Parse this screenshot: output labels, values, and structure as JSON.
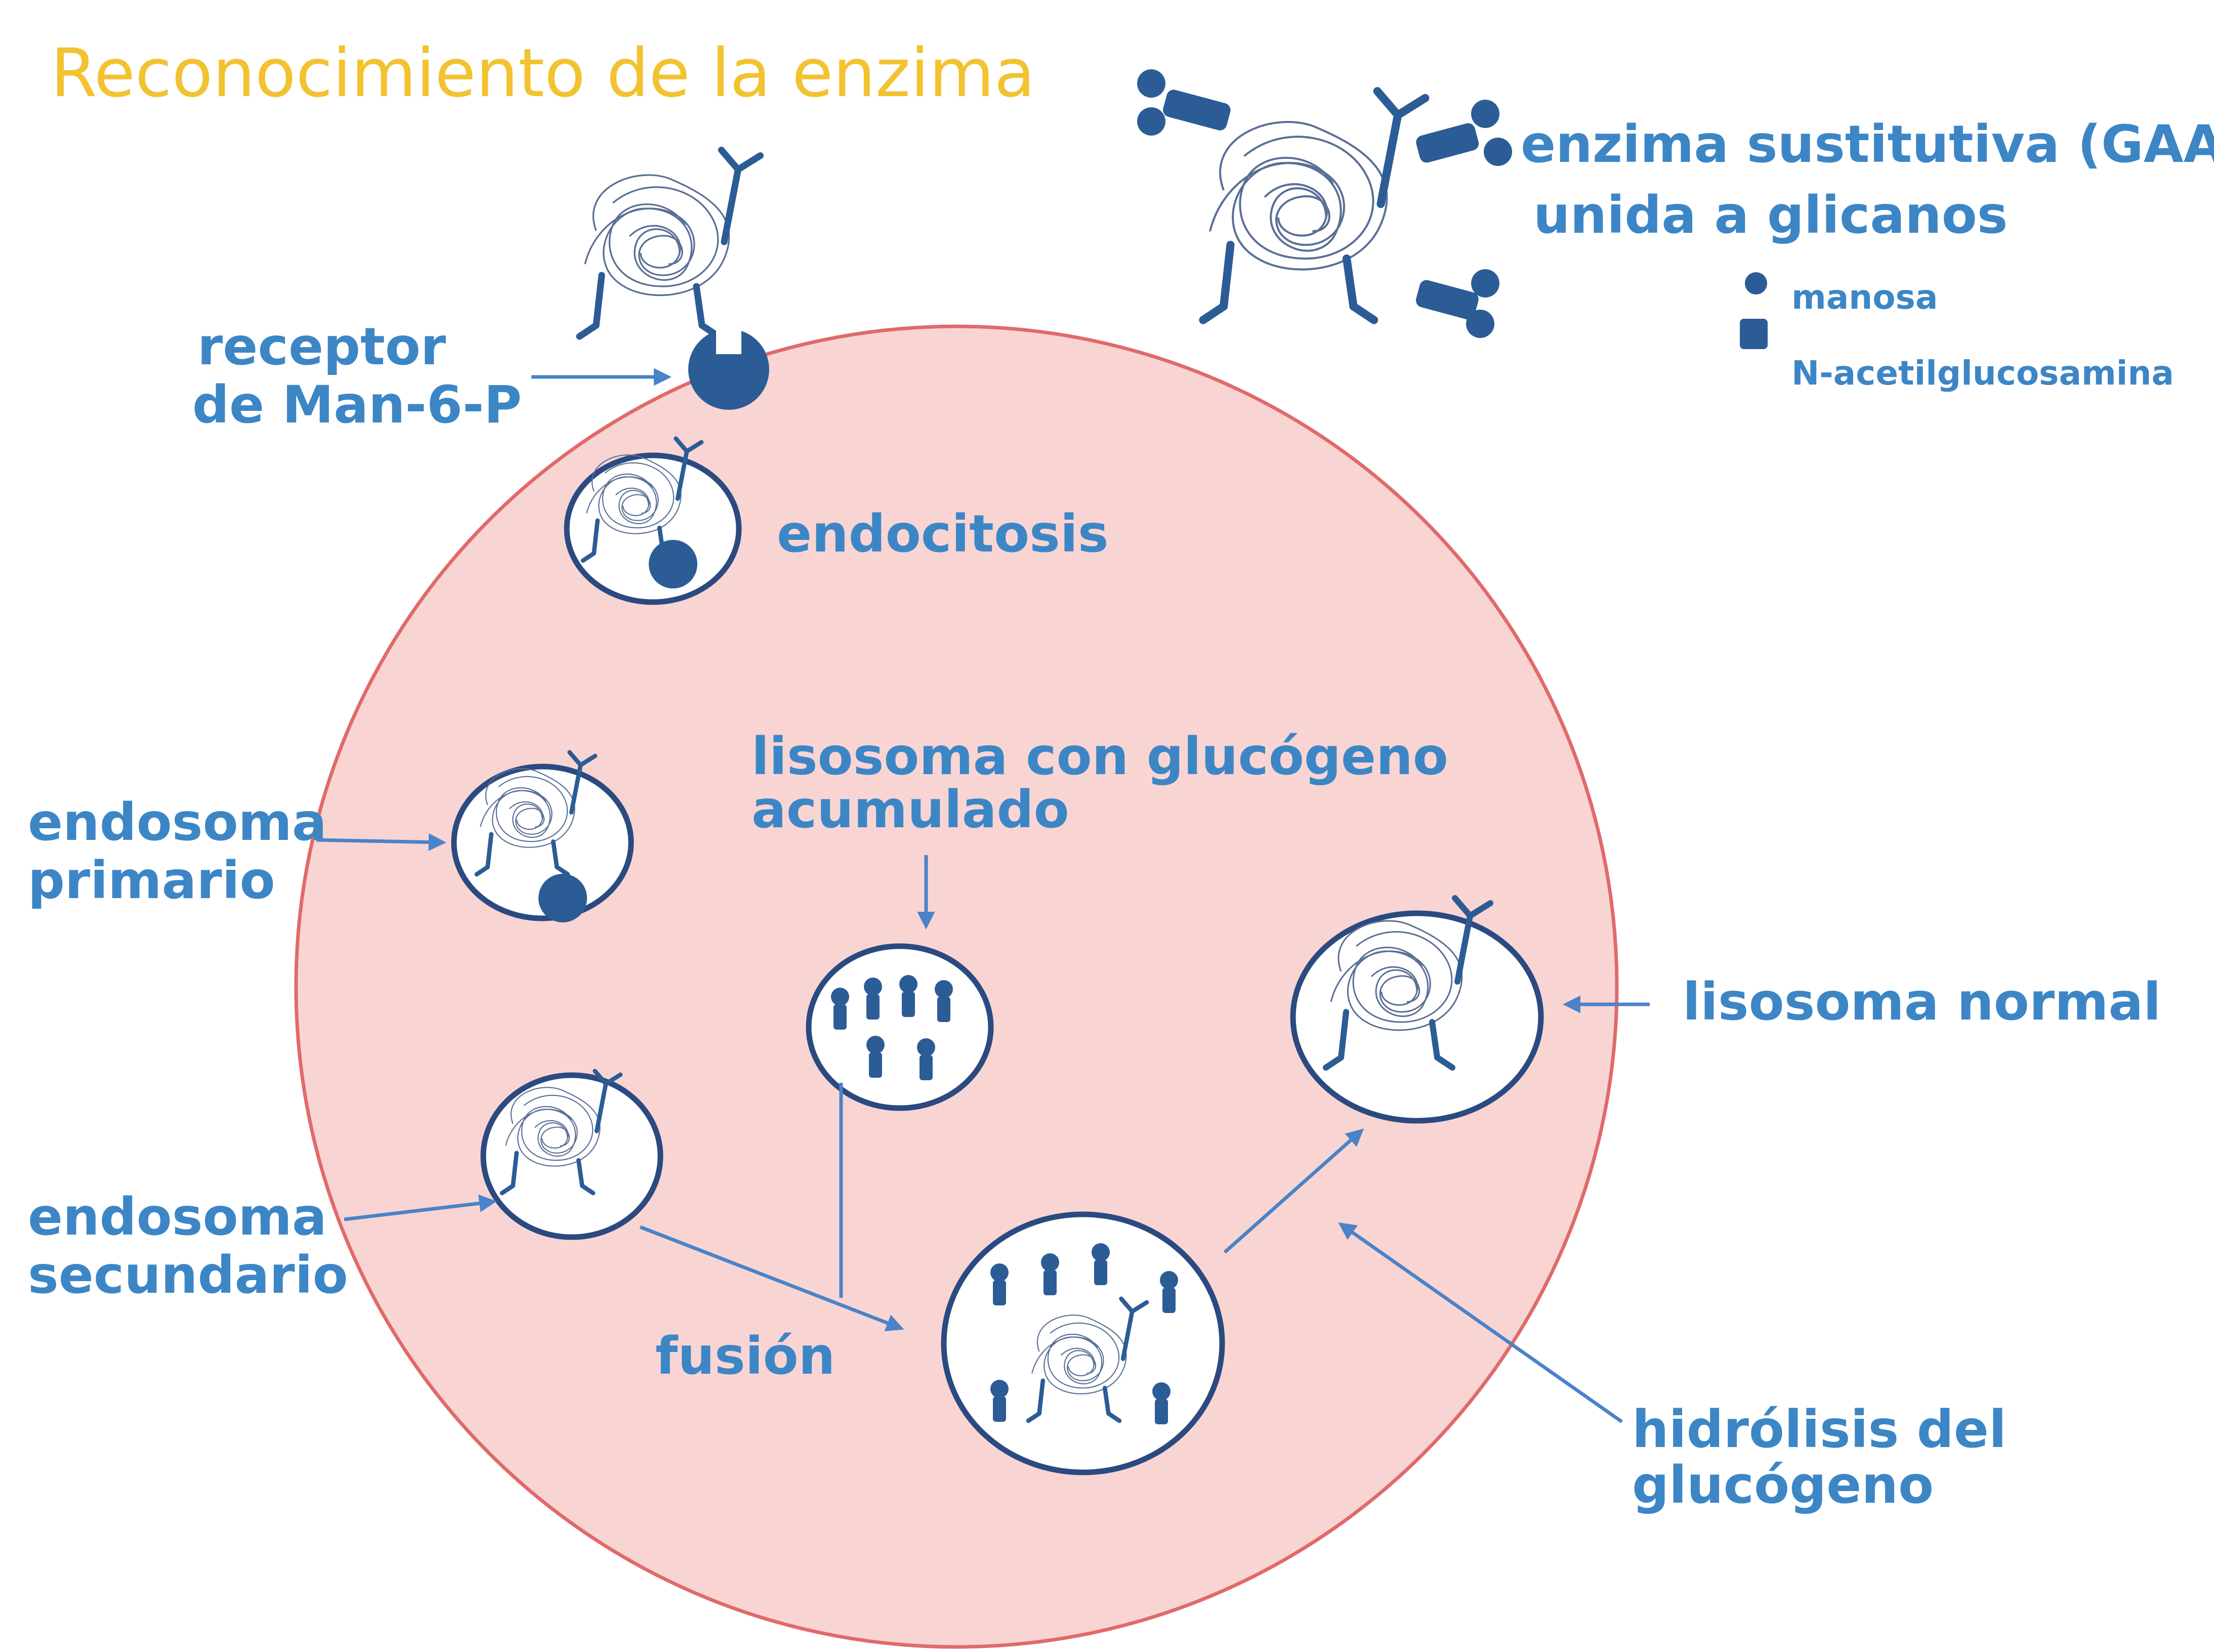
{
  "title": "Reconocimiento de la enzima",
  "legend": {
    "line1": "enzima sustitutiva (GAA)",
    "line2": "unida a glicanos",
    "mannose": "manosa",
    "glcnac": "N-acetilglucosamina"
  },
  "labels": {
    "receptor_1": "receptor",
    "receptor_2": "de Man-6-P",
    "endocitosis": "endocitosis",
    "endosoma_primario_1": "endosoma",
    "endosoma_primario_2": "primario",
    "lisosoma_glucogeno_1": "lisosoma con glucógeno",
    "lisosoma_glucogeno_2": "acumulado",
    "lisosoma_normal": "lisosoma normal",
    "endosoma_secundario_1": "endosoma",
    "endosoma_secundario_2": "secundario",
    "fusion": "fusión",
    "hidrolisis_1": "hidrólisis del",
    "hidrolisis_2": "glucógeno"
  },
  "colors": {
    "cell_fill": "#f8d5d3",
    "cell_stroke": "#e06a6a",
    "label_blue": "#3d86c6",
    "title_yellow": "#f2c230",
    "vesicle_stroke": "#2a4a80"
  }
}
